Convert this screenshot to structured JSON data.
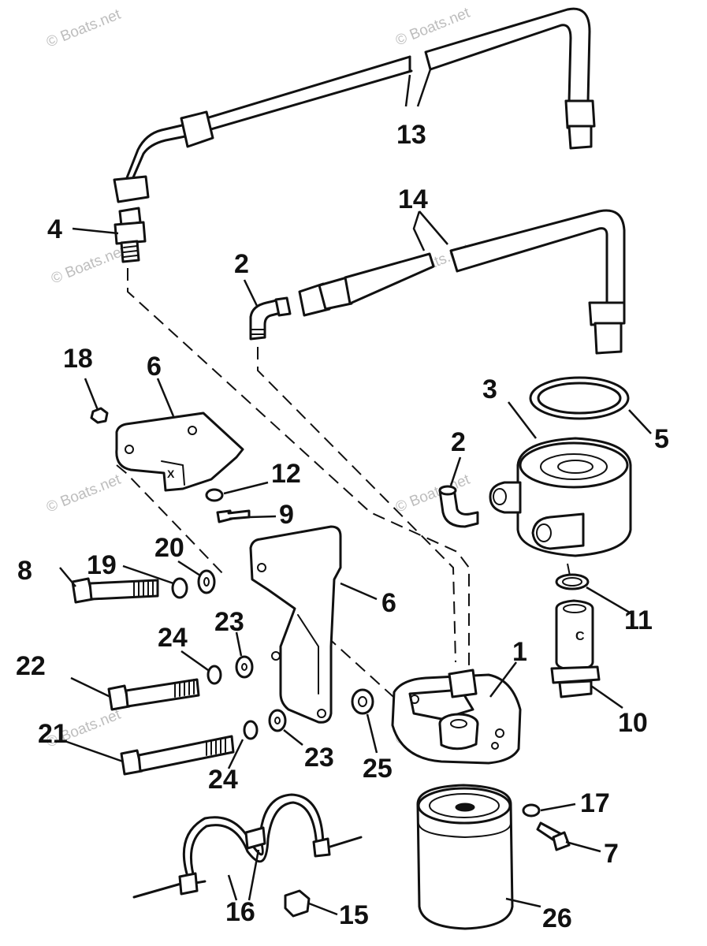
{
  "diagram": {
    "watermark": "© Boats.net",
    "callouts": {
      "c1": "1",
      "c2a": "2",
      "c2b": "2",
      "c3": "3",
      "c4": "4",
      "c5": "5",
      "c6a": "6",
      "c6b": "6",
      "c7": "7",
      "c8": "8",
      "c9": "9",
      "c10": "10",
      "c11": "11",
      "c12": "12",
      "c13": "13",
      "c14": "14",
      "c15": "15",
      "c16": "16",
      "c17": "17",
      "c18": "18",
      "c19": "19",
      "c20": "20",
      "c21": "21",
      "c22": "22",
      "c23a": "23",
      "c23b": "23",
      "c24a": "24",
      "c24b": "24",
      "c25": "25",
      "c26": "26"
    },
    "filter_mark": "C"
  }
}
